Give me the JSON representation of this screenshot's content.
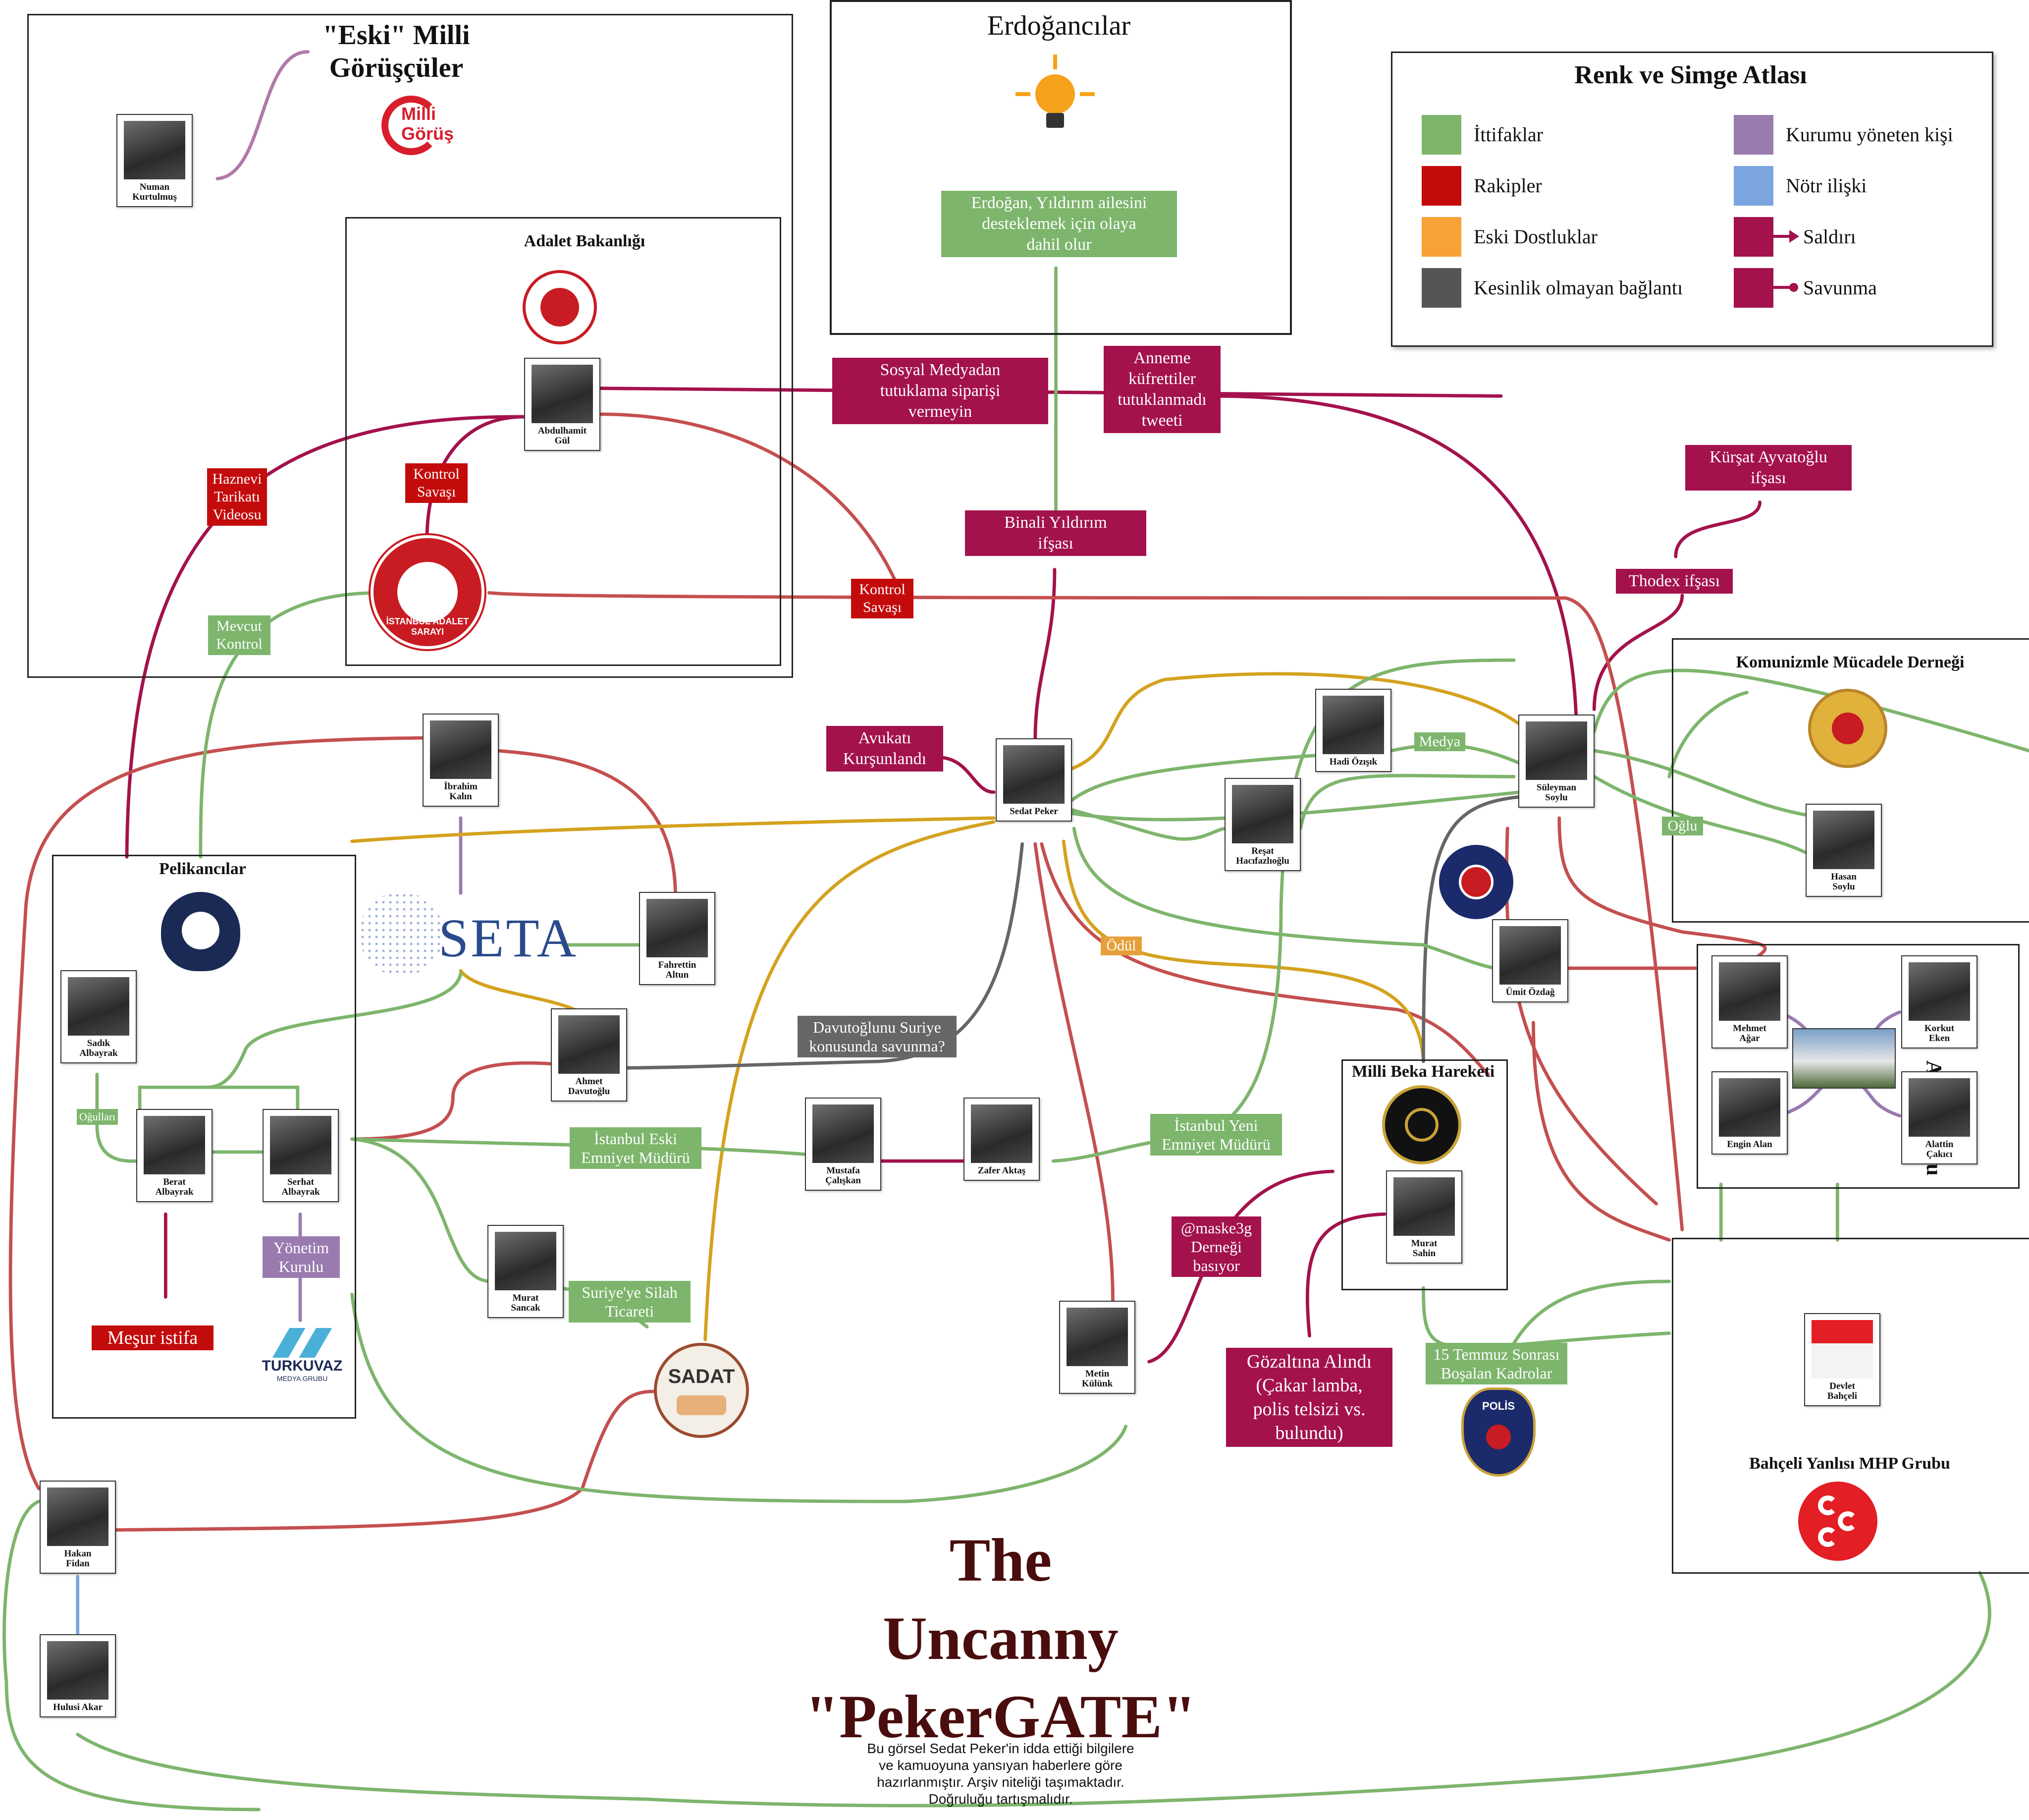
{
  "title": {
    "line1": "The",
    "line2": "Uncanny",
    "line3": "\"PekerGATE\""
  },
  "disclaimer": [
    "Bu görsel Sedat Peker'in idda ettiği bilgilere",
    "ve kamuoyuna yansıyan haberlere göre",
    "hazırlanmıştır. Arşiv niteliği taşımaktadır.",
    "Doğruluğu tartışmalıdır."
  ],
  "legend": {
    "title": "Renk ve Simge Atlası",
    "items": [
      {
        "label": "İttifaklar",
        "color": "#7db56c"
      },
      {
        "label": "Rakipler",
        "color": "#c40b0b"
      },
      {
        "label": "Eski Dostluklar",
        "color": "#f7a136"
      },
      {
        "label": "Kesinlik olmayan bağlantı",
        "color": "#555555"
      },
      {
        "label": "Kurumu yöneten kişi",
        "color": "#9a7bb0"
      },
      {
        "label": "Nötr ilişki",
        "color": "#7ba5de"
      },
      {
        "label": "Saldırı",
        "color": "#a3124c",
        "icon": "arrow-icon"
      },
      {
        "label": "Savunma",
        "color": "#a3124c",
        "icon": "dot-line-icon"
      }
    ]
  },
  "groups": {
    "milli_gorus": {
      "title_line1": "\"Eski\" Milli",
      "title_line2": "Görüşçüler",
      "logo_line1": "Milli",
      "logo_line2": "Görüş"
    },
    "erdogancilar": {
      "title": "Erdoğancılar"
    },
    "adalet": {
      "title": "Adalet Bakanlığı",
      "seal_text": "İSTANBUL ADALET SARAYI"
    },
    "pelikancilar": {
      "title": "Pelikancılar"
    },
    "komunizm": {
      "title": "Komunizmle Mücadele Derneği"
    },
    "agar": {
      "title": "Ağar Grubu"
    },
    "beka": {
      "title": "Milli Beka Hareketi"
    },
    "mhp": {
      "title": "Bahçeli Yanlısı MHP Grubu"
    }
  },
  "persons": {
    "numan": {
      "line1": "Numan",
      "line2": "Kurtulmuş"
    },
    "abdulhamit": {
      "line1": "Abdulhamit",
      "line2": "Gül"
    },
    "ibrahim": {
      "line1": "İbrahim",
      "line2": "Kalın"
    },
    "fahrettin": {
      "line1": "Fahrettin",
      "line2": "Altun"
    },
    "sadik": {
      "line1": "Sadık",
      "line2": "Albayrak"
    },
    "berat": {
      "line1": "Berat",
      "line2": "Albayrak"
    },
    "serhat": {
      "line1": "Serhat",
      "line2": "Albayrak"
    },
    "ahmet": {
      "line1": "Ahmet",
      "line2": "Davutoğlu"
    },
    "murat_sancak": {
      "line1": "Murat",
      "line2": "Sancak"
    },
    "sedat": {
      "line1": "Sedat Peker",
      "line2": ""
    },
    "hadi": {
      "line1": "Hadi Özışık",
      "line2": ""
    },
    "resat": {
      "line1": "Reşat",
      "line2": "Hacıfazlıoğlu"
    },
    "suleyman": {
      "line1": "Süleyman",
      "line2": "Soylu"
    },
    "hasan": {
      "line1": "Hasan",
      "line2": "Soylu"
    },
    "umit": {
      "line1": "Ümit Özdağ",
      "line2": ""
    },
    "mustafa": {
      "line1": "Mustafa",
      "line2": "Çalışkan"
    },
    "zafer": {
      "line1": "Zafer Aktaş",
      "line2": ""
    },
    "metin": {
      "line1": "Metin",
      "line2": "Külünk"
    },
    "murat_sahin": {
      "line1": "Murat",
      "line2": "Sahin"
    },
    "mehmet": {
      "line1": "Mehmet",
      "line2": "Ağar"
    },
    "korkut": {
      "line1": "Korkut",
      "line2": "Eken"
    },
    "engin": {
      "line1": "Engin Alan",
      "line2": ""
    },
    "alattin": {
      "line1": "Alattin",
      "line2": "Çakıcı"
    },
    "devlet": {
      "line1": "Devlet",
      "line2": "Bahçeli"
    },
    "hakan": {
      "line1": "Hakan",
      "line2": "Fidan"
    },
    "hulusi": {
      "line1": "Hulusi Akar",
      "line2": ""
    }
  },
  "labels": {
    "erdogan_yildirim": [
      "Erdoğan, Yıldırım ailesini",
      "desteklemek için olaya",
      "dahil olur"
    ],
    "sosyal_medya": [
      "Sosyal Medyadan",
      "tutuklama siparişi",
      "vermeyin"
    ],
    "anneme": [
      "Anneme",
      "küfrettiler",
      "tutuklanmadı",
      "tweeti"
    ],
    "kursat": [
      "Kürşat Ayvatoğlu",
      "ifşası"
    ],
    "thodex": [
      "Thodex ifşası"
    ],
    "binali": [
      "Binali Yıldırım",
      "ifşası"
    ],
    "haznevi": [
      "Haznevi",
      "Tarikatı",
      "Videosu"
    ],
    "kontrol1": [
      "Kontrol",
      "Savaşı"
    ],
    "kontrol2": [
      "Kontrol",
      "Savaşı"
    ],
    "mevcut": [
      "Mevcut",
      "Kontrol"
    ],
    "avukati": [
      "Avukatı",
      "Kurşunlandı"
    ],
    "medya": [
      "Medya"
    ],
    "oglu": [
      "Oğlu"
    ],
    "odul": [
      "Ödül"
    ],
    "davutoglu_savunma": [
      "Davutoğlunu Suriye",
      "konusunda savunma?"
    ],
    "ist_eski": [
      "İstanbul Eski",
      "Emniyet Müdürü"
    ],
    "ist_yeni": [
      "İstanbul Yeni",
      "Emniyet Müdürü"
    ],
    "ogullari": [
      "Oğulları"
    ],
    "yonetim": [
      "Yönetim",
      "Kurulu"
    ],
    "mesur": [
      "Meşur istifa"
    ],
    "suriye_silah": [
      "Suriye'ye Silah",
      "Ticareti"
    ],
    "maske": [
      "@maske3g",
      "Derneği",
      "basıyor"
    ],
    "gozaltina": [
      "Gözaltına Alındı",
      "(Çakar lamba,",
      "polis telsizi vs.",
      "bulundu)"
    ],
    "temmuz": [
      "15 Temmuz Sonrası",
      "Boşalan Kadrolar"
    ]
  },
  "logos": {
    "seta": "SETA",
    "turkuvaz_line1": "TURKUVAZ",
    "turkuvaz_line2": "MEDYA GRUBU",
    "sadat": "SADAT",
    "polis": "POLİS"
  }
}
